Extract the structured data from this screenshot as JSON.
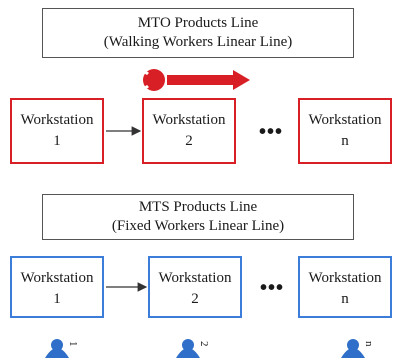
{
  "mto": {
    "title_line1": "MTO Products Line",
    "title_line2": "(Walking Workers Linear Line)",
    "workstations": [
      {
        "label": "Workstation",
        "num": "1"
      },
      {
        "label": "Workstation",
        "num": "2"
      },
      {
        "label": "Workstation",
        "num": "n"
      }
    ],
    "ellipsis": "•••",
    "color": "#d81f26"
  },
  "mts": {
    "title_line1": "MTS Products Line",
    "title_line2": "(Fixed Workers Linear Line)",
    "workstations": [
      {
        "label": "Workstation",
        "num": "1"
      },
      {
        "label": "Workstation",
        "num": "2"
      },
      {
        "label": "Workstation",
        "num": "n"
      }
    ],
    "ellipsis": "•••",
    "color": "#3b7dd8",
    "worker_labels": [
      "1",
      "2",
      "n"
    ]
  },
  "icons": {
    "walking_worker": "worker-head-icon",
    "flow_arrow": "right-arrow-icon",
    "fixed_worker": "worker-icon"
  }
}
